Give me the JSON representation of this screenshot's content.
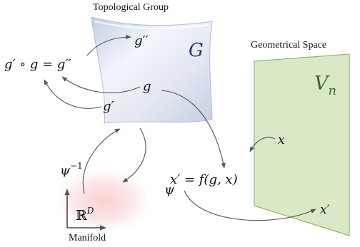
{
  "titles": {
    "topological_group": "Topological Group",
    "geometrical_space": "Geometrical Space",
    "manifold": "Manifold"
  },
  "labels": {
    "group_symbol": "G",
    "space_symbol": "V",
    "space_subscript": "n",
    "g_double_prime": "g′′",
    "composition": "g′ ∘ g = g′′",
    "g": "g",
    "g_prime": "g′",
    "action": "x′ = f(g, x)",
    "x": "x",
    "x_prime": "x′",
    "psi": "ψ",
    "psi_inverse_base": "ψ",
    "psi_inverse_exp": "−1",
    "rd_base": "ℝ",
    "rd_exp": "D"
  },
  "colors": {
    "group_sheet": "#dfe5f2",
    "space_sheet": "#d8e8c4",
    "space_border": "#8fb773",
    "manifold_glow": "#f9d6d6",
    "arrows": "#555555",
    "group_symbol": "#1f3a7a",
    "space_symbol": "#3c6a2a"
  }
}
